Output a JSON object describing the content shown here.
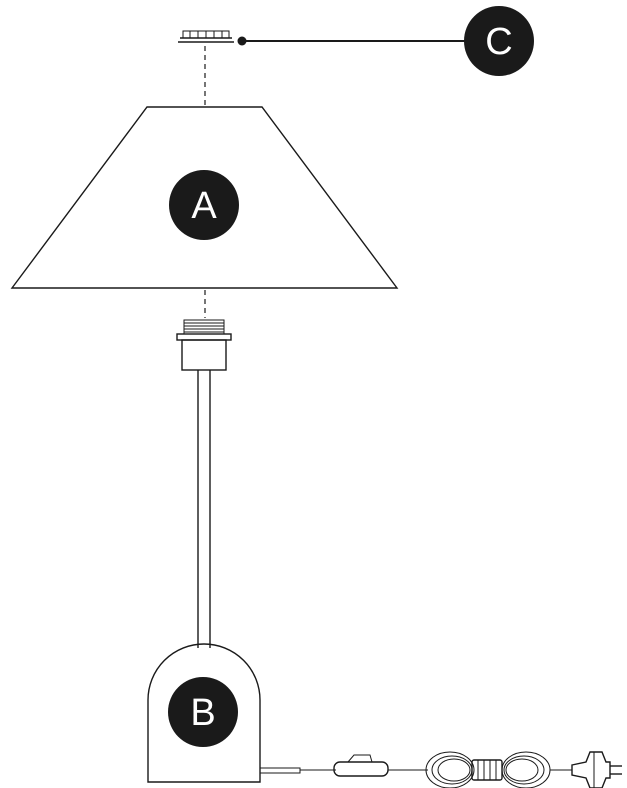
{
  "labels": {
    "shade": "A",
    "base": "B",
    "ring": "C"
  },
  "colors": {
    "ink": "#1a1a1a",
    "background": "#ffffff"
  }
}
